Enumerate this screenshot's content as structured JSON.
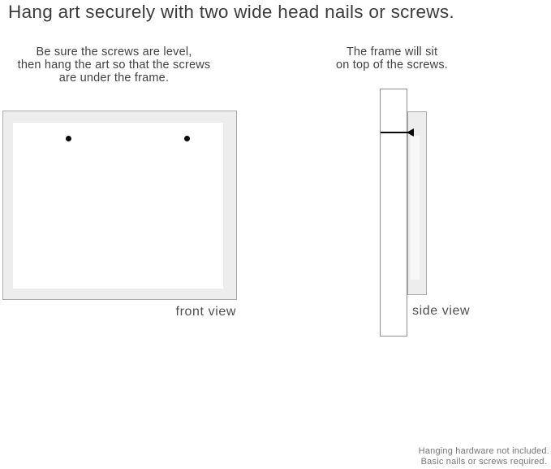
{
  "title": "Hang art securely with two wide head nails or screws.",
  "front_section": {
    "instruction_lines": [
      "Be sure the screws are level,",
      "then hang the art so that the screws",
      "are under the frame."
    ],
    "label": "front view",
    "nail_count": 2
  },
  "side_section": {
    "instruction_lines": [
      "The frame will sit",
      "on top of the screws."
    ],
    "label": "side view"
  },
  "footer": {
    "lines": [
      "Hanging hardware not included.",
      "Basic nails or screws required."
    ]
  },
  "colors": {
    "background": "#ffffff",
    "frame_fill": "#ededed",
    "frame_border": "#a8a8a8",
    "wall_border": "#8f8f8f",
    "nail": "#0a0a0a",
    "text_primary": "#3c3c3c",
    "text_secondary": "#4f4f4f",
    "text_footer": "#767676"
  }
}
